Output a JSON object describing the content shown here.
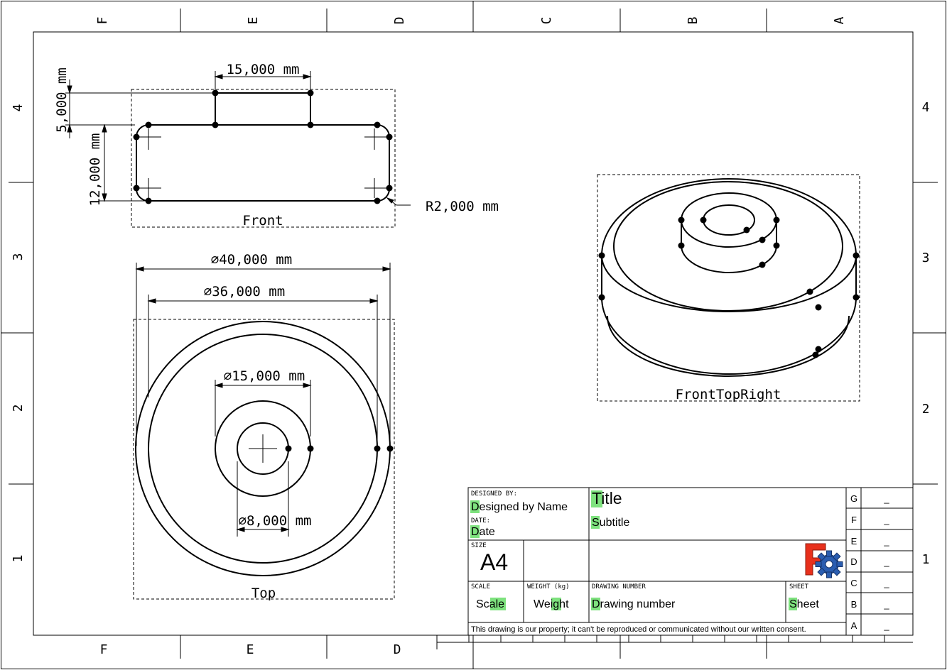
{
  "zones": {
    "columns_top": [
      "F",
      "E",
      "D",
      "C",
      "B",
      "A"
    ],
    "columns_bottom": [
      "F",
      "E",
      "D"
    ],
    "rows": [
      "4",
      "3",
      "2",
      "1"
    ]
  },
  "views": {
    "front": "Front",
    "top": "Top",
    "iso": "FrontTopRight"
  },
  "dimensions": {
    "front_width": "15,000 mm",
    "front_step": "5,000 mm",
    "front_height": "12,000 mm",
    "front_radius": "R2,000 mm",
    "top_d40": "∅40,000 mm",
    "top_d36": "∅36,000 mm",
    "top_d15": "∅15,000 mm",
    "top_d8": "∅8,000 mm"
  },
  "title_block": {
    "designed_by_label": "DESIGNED BY:",
    "designed_by_value": "Designed by Name",
    "date_label": "DATE:",
    "date_value": "Date",
    "title": "Title",
    "subtitle": "Subtitle",
    "size_label": "SIZE",
    "size_value": "A4",
    "scale_label": "SCALE",
    "scale_value": "Scale",
    "weight_label": "WEIGHT (kg)",
    "weight_value": "Weight",
    "drawing_number_label": "DRAWING NUMBER",
    "drawing_number_value": "Drawing number",
    "sheet_label": "SHEET",
    "sheet_value": "Sheet",
    "property_note": "This drawing is our property; it can't be reproduced or communicated without our written consent.",
    "revisions": [
      {
        "letter": "G",
        "value": "_"
      },
      {
        "letter": "F",
        "value": "_"
      },
      {
        "letter": "E",
        "value": "_"
      },
      {
        "letter": "D",
        "value": "_"
      },
      {
        "letter": "C",
        "value": "_"
      },
      {
        "letter": "B",
        "value": "_"
      },
      {
        "letter": "A",
        "value": "_"
      }
    ],
    "logo_icon": "freecad-logo-icon",
    "highlight_color": "#7ee27e"
  }
}
